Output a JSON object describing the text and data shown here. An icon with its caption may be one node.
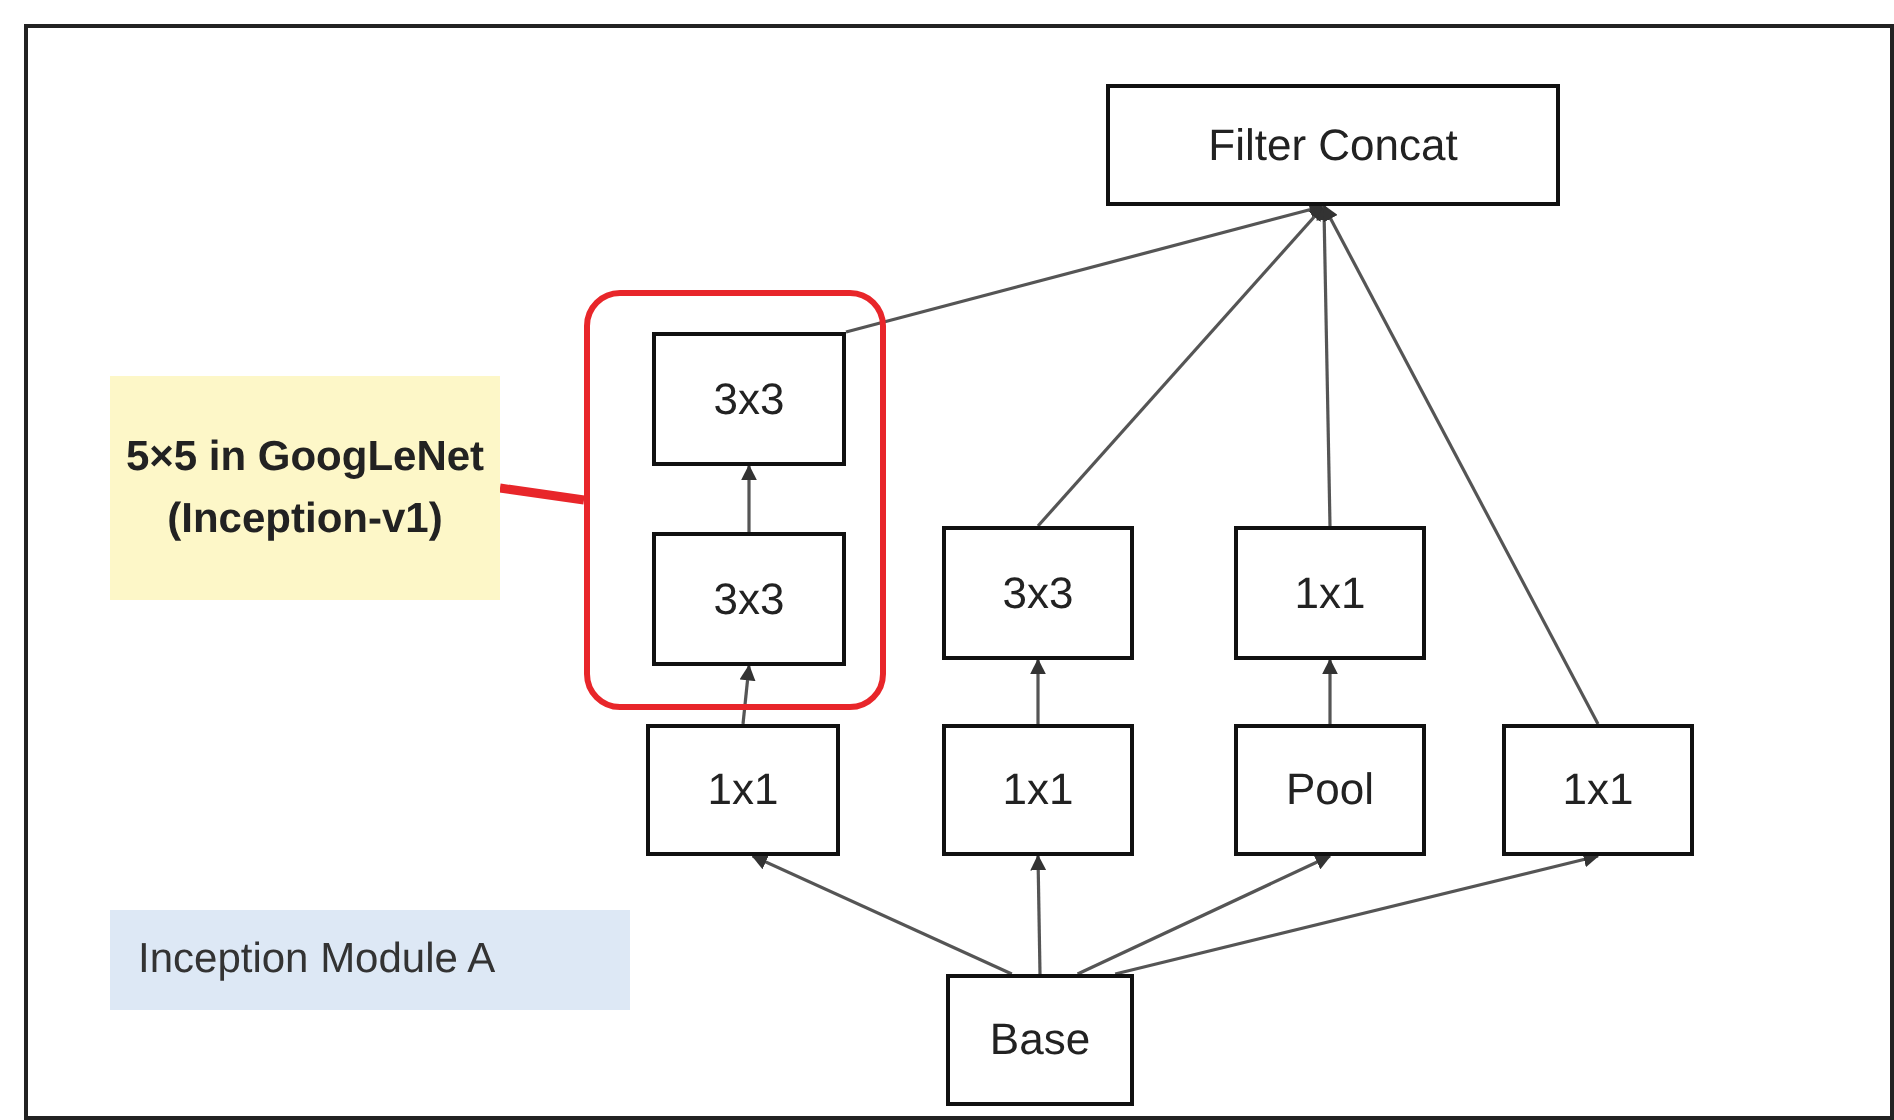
{
  "diagram": {
    "nodes": [
      {
        "text": [
          "Filter Concat"
        ]
      },
      {
        "text": [],
        "shape": "box"
      },
      {
        "text": [
          "3x3"
        ],
        "in": 1
      },
      {
        "text": [
          "3x3"
        ],
        "in": 1
      },
      {
        "text": [
          "3x3"
        ]
      },
      {
        "text": [
          "1x1"
        ]
      },
      {
        "text": [
          "1x1"
        ]
      },
      {
        "text": [
          "1x1"
        ]
      },
      {
        "text": [
          "Pool"
        ]
      },
      {
        "text": [
          "1x1"
        ]
      },
      {
        "text": [
          "Base"
        ]
      },
      {
        "text": [
          "5×5 in GoogLeNet (Inception-v1)"
        ]
      },
      {
        "text": [
          "Inception Module A"
        ]
      }
    ],
    "edges": [
      {
        "from": 10,
        "to": 6,
        "arrow": "to"
      },
      {
        "from": 10,
        "to": 7,
        "arrow": "to"
      },
      {
        "from": 10,
        "to": 8,
        "arrow": "to"
      },
      {
        "from": 10,
        "to": 9,
        "arrow": "to"
      },
      {
        "from": 6,
        "to": 3,
        "arrow": "to"
      },
      {
        "from": 3,
        "to": 2,
        "arrow": "to"
      },
      {
        "from": 7,
        "to": 4,
        "arrow": "to"
      },
      {
        "from": 8,
        "to": 5,
        "arrow": "to"
      },
      {
        "from": 2,
        "to": 0,
        "arrow": "to"
      },
      {
        "from": 4,
        "to": 0,
        "arrow": "to"
      },
      {
        "from": 5,
        "to": 0,
        "arrow": "to"
      },
      {
        "from": 9,
        "to": 0,
        "arrow": "to"
      },
      {
        "from": 11,
        "to": 1,
        "arrow": "none",
        "style": "thick",
        "color": "#e8262a"
      }
    ]
  }
}
